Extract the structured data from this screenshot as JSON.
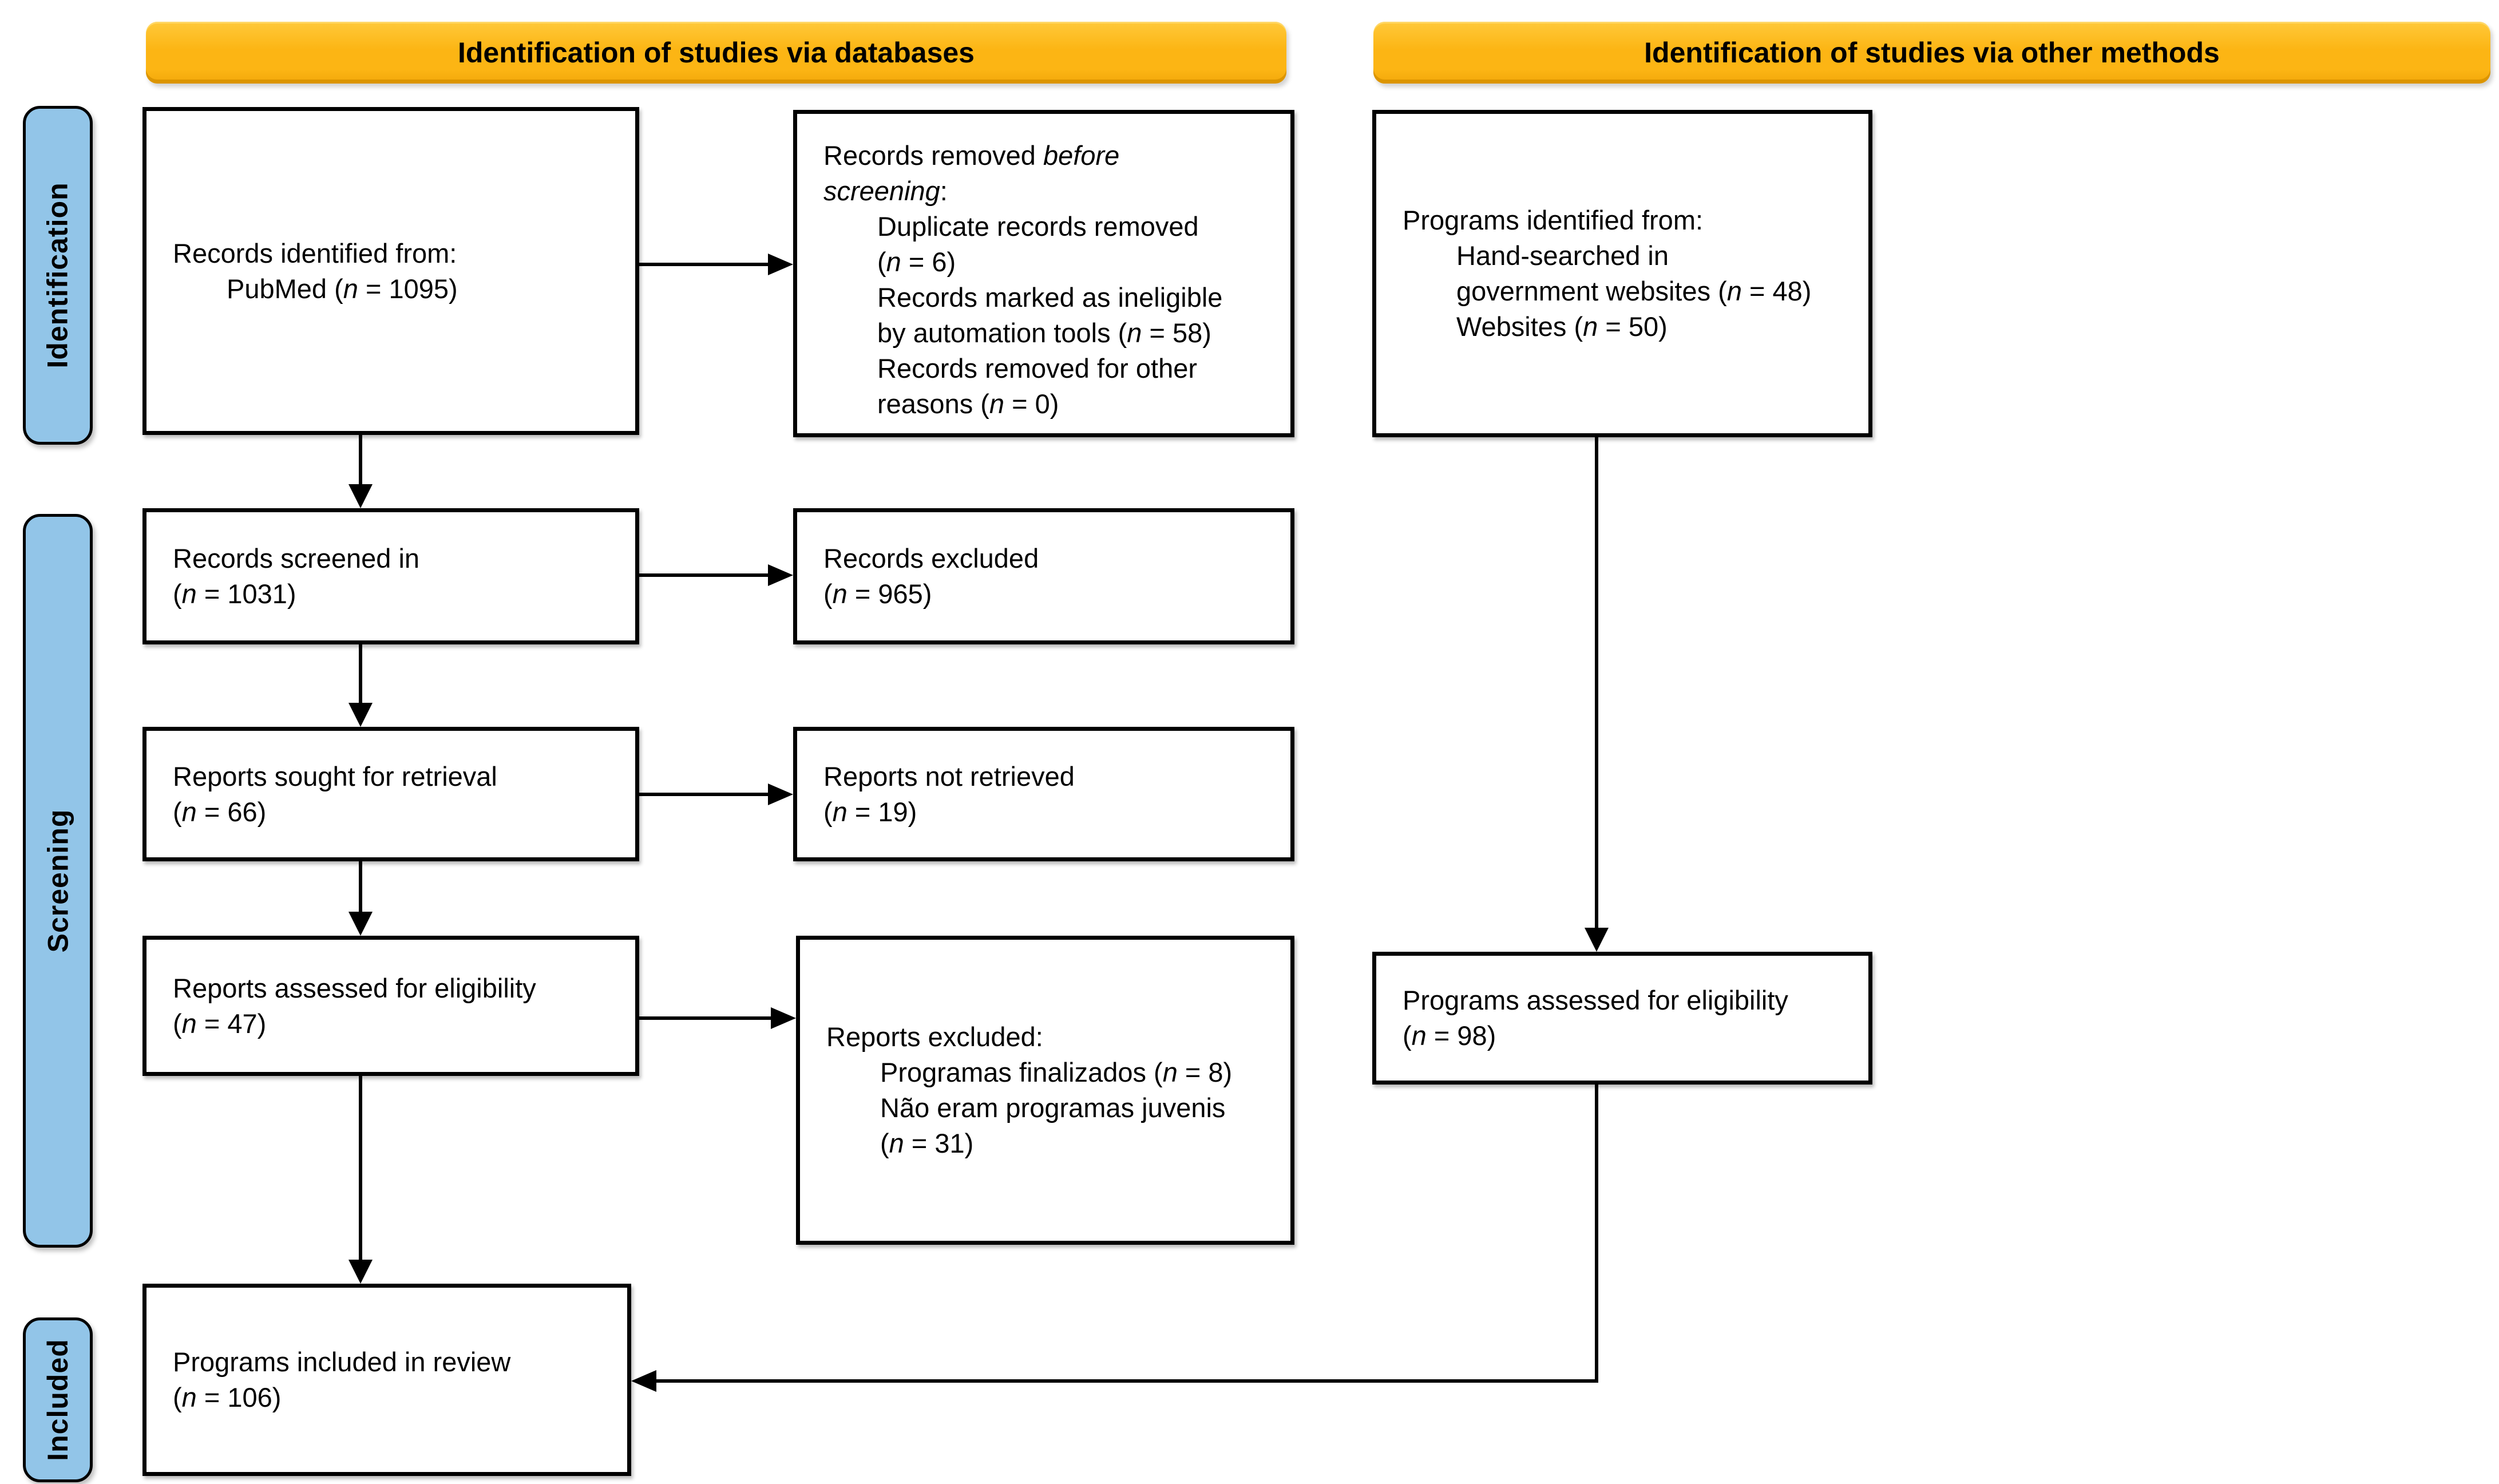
{
  "colors": {
    "banner-bg": "#FCB514",
    "banner-bg-light": "#FFC93A",
    "banner-edge": "#DC9500",
    "label-bg": "#92C5E8",
    "line-color": "#000000",
    "box-bg": "#FFFFFF",
    "text-color": "#000000"
  },
  "banners": {
    "databases": "Identification of studies via databases",
    "other_methods": "Identification of studies via other methods"
  },
  "side_labels": {
    "identification": "Identification",
    "screening": "Screening",
    "included": "Included"
  },
  "boxes": {
    "records_identified": {
      "lines": [
        {
          "indent": 0,
          "segments": [
            {
              "t": "Records identified from:"
            }
          ]
        },
        {
          "indent": 1,
          "segments": [
            {
              "t": "PubMed ("
            },
            {
              "t": "n",
              "i": true
            },
            {
              "t": " = 1095)"
            }
          ]
        }
      ]
    },
    "records_removed": {
      "lines": [
        {
          "indent": 0,
          "segments": [
            {
              "t": "Records removed "
            },
            {
              "t": "before",
              "i": true
            }
          ]
        },
        {
          "indent": 0,
          "segments": [
            {
              "t": "screening",
              "i": true
            },
            {
              "t": ":"
            }
          ]
        },
        {
          "indent": 1,
          "segments": [
            {
              "t": "Duplicate records removed"
            }
          ]
        },
        {
          "indent": 1,
          "segments": [
            {
              "t": "("
            },
            {
              "t": "n",
              "i": true
            },
            {
              "t": " = 6)"
            }
          ]
        },
        {
          "indent": 1,
          "segments": [
            {
              "t": "Records marked as ineligible"
            }
          ]
        },
        {
          "indent": 1,
          "segments": [
            {
              "t": "by automation tools ("
            },
            {
              "t": "n",
              "i": true
            },
            {
              "t": " = 58)"
            }
          ]
        },
        {
          "indent": 1,
          "segments": [
            {
              "t": "Records removed for other"
            }
          ]
        },
        {
          "indent": 1,
          "segments": [
            {
              "t": "reasons ("
            },
            {
              "t": "n",
              "i": true
            },
            {
              "t": " = 0)"
            }
          ]
        }
      ]
    },
    "programs_identified": {
      "lines": [
        {
          "indent": 0,
          "segments": [
            {
              "t": "Programs identified from:"
            }
          ]
        },
        {
          "indent": 1,
          "segments": [
            {
              "t": "Hand-searched in"
            }
          ]
        },
        {
          "indent": 1,
          "segments": [
            {
              "t": "government websites ("
            },
            {
              "t": "n",
              "i": true
            },
            {
              "t": " = 48)"
            }
          ]
        },
        {
          "indent": 1,
          "segments": [
            {
              "t": "Websites ("
            },
            {
              "t": "n",
              "i": true
            },
            {
              "t": " = 50)"
            }
          ]
        }
      ]
    },
    "records_screened": {
      "lines": [
        {
          "indent": 0,
          "segments": [
            {
              "t": "Records screened in"
            }
          ]
        },
        {
          "indent": 0,
          "segments": [
            {
              "t": "("
            },
            {
              "t": "n",
              "i": true
            },
            {
              "t": " = 1031)"
            }
          ]
        }
      ]
    },
    "records_excluded": {
      "lines": [
        {
          "indent": 0,
          "segments": [
            {
              "t": "Records excluded"
            }
          ]
        },
        {
          "indent": 0,
          "segments": [
            {
              "t": "("
            },
            {
              "t": "n",
              "i": true
            },
            {
              "t": " = 965)"
            }
          ]
        }
      ]
    },
    "reports_sought": {
      "lines": [
        {
          "indent": 0,
          "segments": [
            {
              "t": "Reports sought for retrieval"
            }
          ]
        },
        {
          "indent": 0,
          "segments": [
            {
              "t": "("
            },
            {
              "t": "n",
              "i": true
            },
            {
              "t": " = 66)"
            }
          ]
        }
      ]
    },
    "reports_not_retrieved": {
      "lines": [
        {
          "indent": 0,
          "segments": [
            {
              "t": "Reports not retrieved"
            }
          ]
        },
        {
          "indent": 0,
          "segments": [
            {
              "t": "("
            },
            {
              "t": "n",
              "i": true
            },
            {
              "t": " = 19)"
            }
          ]
        }
      ]
    },
    "reports_assessed": {
      "lines": [
        {
          "indent": 0,
          "segments": [
            {
              "t": "Reports assessed for eligibility"
            }
          ]
        },
        {
          "indent": 0,
          "segments": [
            {
              "t": "("
            },
            {
              "t": "n",
              "i": true
            },
            {
              "t": " = 47)"
            }
          ]
        }
      ]
    },
    "reports_excluded": {
      "lines": [
        {
          "indent": 0,
          "segments": [
            {
              "t": "Reports excluded:"
            }
          ]
        },
        {
          "indent": 1,
          "segments": [
            {
              "t": "Programas finalizados ("
            },
            {
              "t": "n",
              "i": true
            },
            {
              "t": " = 8)"
            }
          ]
        },
        {
          "indent": 1,
          "segments": [
            {
              "t": "Não eram programas juvenis"
            }
          ]
        },
        {
          "indent": 1,
          "segments": [
            {
              "t": "("
            },
            {
              "t": "n",
              "i": true
            },
            {
              "t": " = 31)"
            }
          ]
        }
      ]
    },
    "programs_assessed": {
      "lines": [
        {
          "indent": 0,
          "segments": [
            {
              "t": "Programs assessed for eligibility"
            }
          ]
        },
        {
          "indent": 0,
          "segments": [
            {
              "t": "("
            },
            {
              "t": "n",
              "i": true
            },
            {
              "t": " = 98)"
            }
          ]
        }
      ]
    },
    "programs_included": {
      "lines": [
        {
          "indent": 0,
          "segments": [
            {
              "t": "Programs included in review"
            }
          ]
        },
        {
          "indent": 0,
          "segments": [
            {
              "t": "("
            },
            {
              "t": "n",
              "i": true
            },
            {
              "t": " = 106)"
            }
          ]
        }
      ]
    }
  }
}
